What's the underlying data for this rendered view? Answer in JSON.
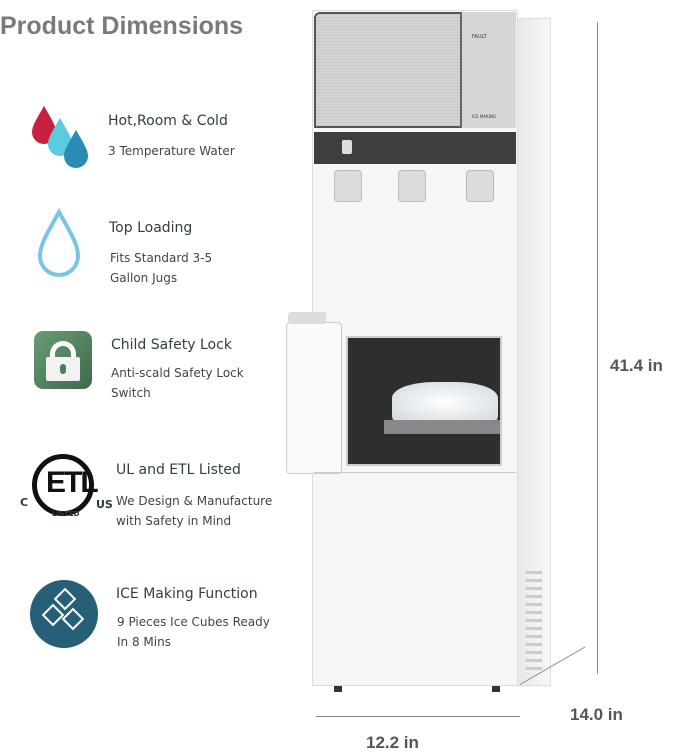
{
  "title": "Product Dimensions",
  "features": [
    {
      "icon": "temperature-drops-icon",
      "title": "Hot,Room & Cold",
      "desc": [
        "3 Temperature Water"
      ]
    },
    {
      "icon": "water-drop-icon",
      "title": "Top Loading",
      "desc": [
        "Fits Standard 3-5",
        "Gallon Jugs"
      ]
    },
    {
      "icon": "lock-icon",
      "title": "Child Safety Lock",
      "desc": [
        "Anti-scald Safety Lock",
        "Switch"
      ]
    },
    {
      "icon": "etl-listed-logo",
      "title": "UL and ETL Listed",
      "desc": [
        "We Design & Manufacture",
        "with Safety in Mind"
      ],
      "logo_text": [
        "ETL",
        "LISTED",
        "C",
        "US"
      ]
    },
    {
      "icon": "ice-cubes-icon",
      "title": "ICE Making Function",
      "desc": [
        "9 Pieces Ice Cubes Ready",
        "In 8 Mins"
      ]
    }
  ],
  "dimensions": {
    "height": "41.4 in",
    "depth": "14.0 in",
    "width": "12.2 in"
  },
  "panel": {
    "fault": "FAULT",
    "ice": "ICE MAKING"
  },
  "colors": {
    "hot": "#c8203f",
    "room": "#5ccbe0",
    "cold": "#2a8bb5",
    "lock_bg": "#4d7f5a",
    "ice_bg": "#275f78"
  }
}
